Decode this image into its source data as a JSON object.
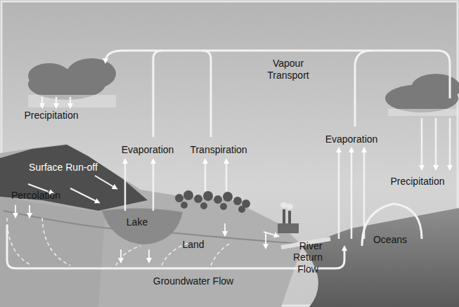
{
  "diagram": {
    "labels": [
      "Vapour Transport",
      "Precipitation",
      "Evaporation",
      "Transpiration",
      "Surface Run-off",
      "Percolation",
      "Lake",
      "Evaporation",
      "Precipitation",
      "Land",
      "River",
      "Return Flow",
      "Oceans",
      "Groundwater Flow"
    ]
  }
}
